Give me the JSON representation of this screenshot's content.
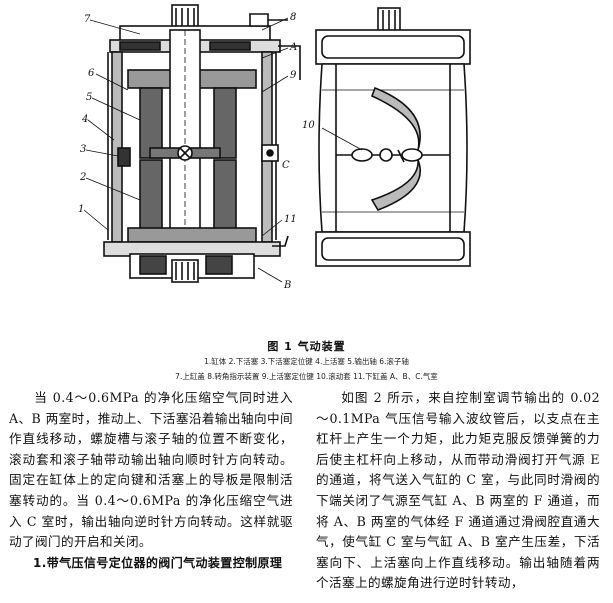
{
  "figure": {
    "title": "图 1    气动装置",
    "legend_line1": "1.缸体  2.下活塞  3.下活塞定位键  4.上活塞  5.输出轴  6.滚子轴",
    "legend_line2": "7.上缸盖  8.转角指示装置  9.上活塞定位键  10.滚动套  11.下缸盖  A、B、C.气室",
    "callouts": {
      "n1": "1",
      "n2": "2",
      "n3": "3",
      "n4": "4",
      "n5": "5",
      "n6": "6",
      "n7": "7",
      "n8": "8",
      "n9": "9",
      "n10": "10",
      "n11": "11",
      "a": "A",
      "b": "B",
      "c": "C"
    }
  },
  "left_column": {
    "para1": "当 0.4～0.6MPa 的净化压缩空气同时进入 A、B 两室时，推动上、下活塞沿着输出轴向中间作直线移动，螺旋槽与滚子轴的位置不断变化，滚动套和滚子轴带动输出轴向顺时针方向转动。固定在缸体上的定向键和活塞上的导板是限制活塞转动的。当 0.4～0.6MPa 的净化压缩空气进入 C 室时，输出轴向逆时针方向转动。这样就驱动了阀门的开启和关闭。",
    "heading": "1.带气压信号定位器的阀门气动装置控制原理"
  },
  "right_column": {
    "para1": "如图 2 所示，来自控制室调节输出的 0.02～0.1MPa 气压信号输入波纹管后，以支点在主杠杆上产生一个力矩，此力矩克服反馈弹簧的力后使主杠杆向上移动，从而带动滑阀打开气源 E 的通道，将气送入气缸的 C 室，与此同时滑阀的下端关闭了气源至气缸 A、B 两室的 F 通道，而将 A、B 两室的气体经 F 通道通过滑阀腔直通大气，使气缸 C 室与气缸 A、B 室产生压差，下活塞向下、上活塞向上作直线移动。输出轴随着两个活塞上的螺旋角进行逆时针转动，"
  }
}
